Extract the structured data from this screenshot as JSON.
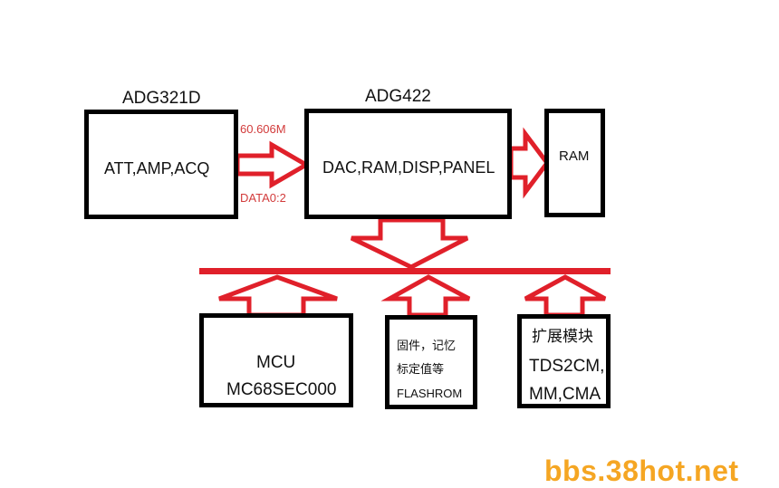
{
  "diagram": {
    "boxes": {
      "adg321d": {
        "title": "ADG321D",
        "content": "ATT,AMP,ACQ"
      },
      "adg422": {
        "title": "ADG422",
        "content": "DAC,RAM,DISP,PANEL"
      },
      "ram": {
        "content": "RAM"
      },
      "mcu": {
        "line1": "MCU",
        "line2": "MC68SEC000"
      },
      "flash": {
        "line1": "固件，记忆",
        "line2": "标定值等",
        "line3": "FLASHROM"
      },
      "ext": {
        "line1": "扩展模块",
        "line2": "TDS2CM,",
        "line3": "MM,CMA"
      }
    },
    "connector_labels": {
      "freq": "60.606M",
      "data": "DATA0:2"
    },
    "colors": {
      "arrow": "#e0202a",
      "box_border": "#000000",
      "label_red": "#d23b3b"
    }
  },
  "watermark": "bbs.38hot.net"
}
